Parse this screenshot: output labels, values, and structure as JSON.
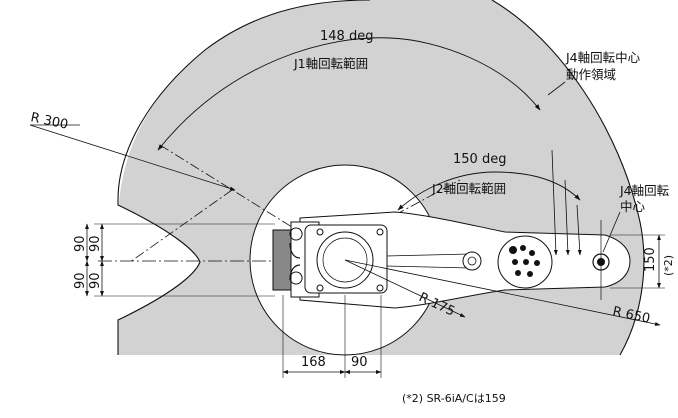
{
  "labels": {
    "angle_j1": "148 deg",
    "range_j1": "J1軸回転範囲",
    "angle_j2": "150 deg",
    "range_j2": "J2軸回転範囲",
    "j4_area_line1": "J4軸回転中心",
    "j4_area_line2": "動作領域",
    "j4_center_line1": "J4軸回転",
    "j4_center_line2": "中心",
    "radius_300": "R 300",
    "radius_175": "R 175",
    "radius_650": "R 650",
    "dim_90_upper": "90",
    "dim_90_lower": "90",
    "dim_90_left_upper": "90",
    "dim_90_left_lower": "90",
    "dim_168": "168",
    "dim_90_bottom": "90",
    "dim_150": "150",
    "dim_note_ref": "(*2)",
    "footnote": "(*2) SR-6iA/Cは159"
  },
  "colors": {
    "work_area": "#d2d2d2",
    "base_disc": "#ffffff",
    "line": "#111111"
  }
}
